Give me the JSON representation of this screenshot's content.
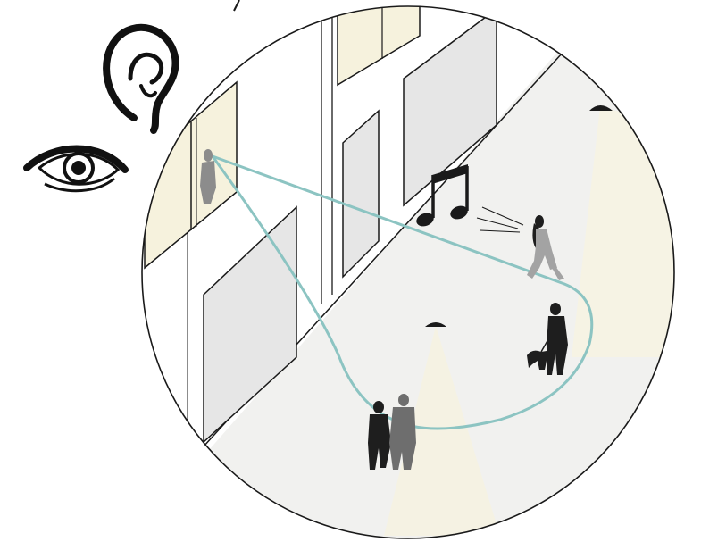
{
  "icons": {
    "eye": "eye-icon",
    "ear": "ear-icon",
    "music_note": "music-note-icon"
  },
  "figures": [
    "person-at-window",
    "walking-woman",
    "man-walking-dog",
    "couple-walking"
  ],
  "colors": {
    "sightline": "#8cc4c2",
    "window_glass": "#f6f2dd",
    "door_panel": "#e6e6e6",
    "street": "#f1f1ef",
    "lamp_glow": "#f7f4e8",
    "outline": "#1a1a1a",
    "silhouette_dark": "#1e1e1e",
    "silhouette_grey": "#8c8c8c"
  }
}
